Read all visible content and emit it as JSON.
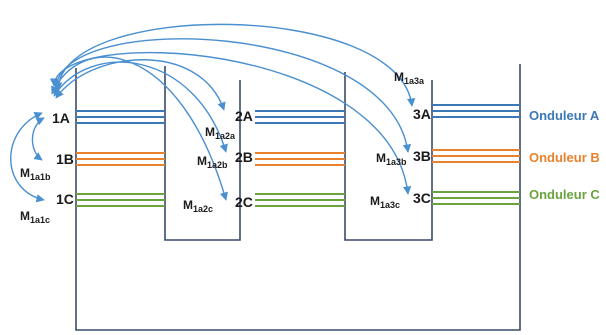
{
  "colors": {
    "A": "#3b78b6",
    "B": "#e8822c",
    "C": "#6aa33f",
    "outline": "#3a4a6b",
    "arrow": "#4a8fd0"
  },
  "nodes": {
    "n1A": "1A",
    "n1B": "1B",
    "n1C": "1C",
    "n2A": "2A",
    "n2B": "2B",
    "n2C": "2C",
    "n3A": "3A",
    "n3B": "3B",
    "n3C": "3C"
  },
  "mutuals": {
    "m1a1b": {
      "base": "M",
      "sub": "1a1b"
    },
    "m1a1c": {
      "base": "M",
      "sub": "1a1c"
    },
    "m1a2a": {
      "base": "M",
      "sub": "1a2a"
    },
    "m1a2b": {
      "base": "M",
      "sub": "1a2b"
    },
    "m1a2c": {
      "base": "M",
      "sub": "1a2c"
    },
    "m1a3a": {
      "base": "M",
      "sub": "1a3a"
    },
    "m1a3b": {
      "base": "M",
      "sub": "1a3b"
    },
    "m1a3c": {
      "base": "M",
      "sub": "1a3c"
    }
  },
  "legend": {
    "A": "Onduleur A",
    "B": "Onduleur B",
    "C": "Onduleur C"
  }
}
